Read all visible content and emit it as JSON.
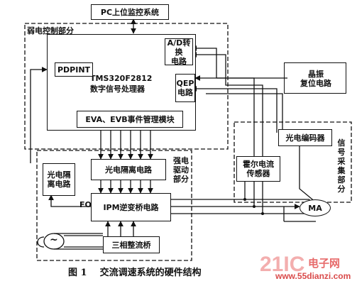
{
  "pc_monitor": "PC上位监控系统",
  "weak_section": "弱电控制部分",
  "strong_section": "强电驱动部分",
  "signal_section": "信号采集部分",
  "dsp": {
    "line1": "TMS320F2812",
    "line2": "数字信号处理器"
  },
  "ad": {
    "line1": "A/D转换",
    "line2": "电路"
  },
  "qep": {
    "line1": "QEP",
    "line2": "电路"
  },
  "pdpint": "PDPINT",
  "eva_evb": "EVA、EVB事件管理模块",
  "crystal": {
    "line1": "晶振",
    "line2": "复位电路"
  },
  "encoder": "光电编码器",
  "hall": {
    "line1": "霍尔电流",
    "line2": "传感器"
  },
  "opto_iso_main": "光电隔离电路",
  "opto_iso_left": {
    "line1": "光电隔",
    "line2": "离电路"
  },
  "ipm": "IPM逆变桥电路",
  "fo": "FO",
  "rectifier": "三相整流桥",
  "motor": "MA",
  "ac_symbol": "~",
  "caption": "图 1    交流调速系统的硬件结构",
  "watermark": {
    "brand": "电子网",
    "url": "www.55dianzi.com"
  }
}
